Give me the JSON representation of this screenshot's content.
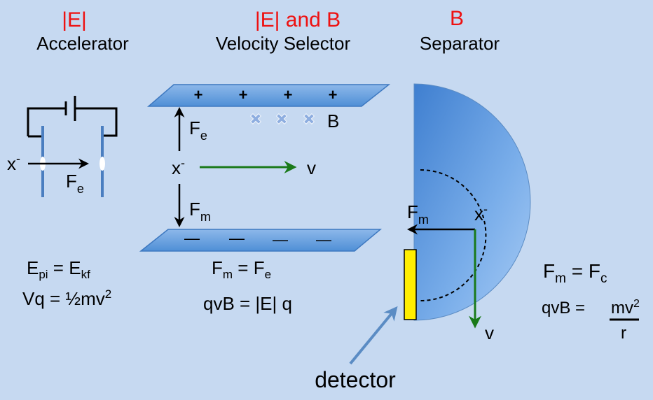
{
  "sections": {
    "accelerator": {
      "field": "|E|",
      "title": "Accelerator"
    },
    "selector": {
      "field": "|E| and B",
      "title": "Velocity Selector"
    },
    "separator": {
      "field": "B",
      "title": "Separator"
    }
  },
  "accelerator": {
    "particle": "x",
    "charge": "-",
    "force": "F",
    "force_sub": "e",
    "eq1": {
      "lhs": "E",
      "lhs_sub": "pi",
      "op": " = ",
      "rhs": "E",
      "rhs_sub": "kf"
    },
    "eq2": {
      "text": "Vq = ½mv",
      "sup": "2"
    }
  },
  "selector": {
    "plus_signs": [
      "+",
      "+",
      "+",
      "+"
    ],
    "minus_signs": [
      "—",
      "—",
      "—",
      "—"
    ],
    "b_symbols": [
      "✖",
      "✖",
      "✖"
    ],
    "b_label": "B",
    "force_e": "F",
    "force_e_sub": "e",
    "particle": "x",
    "charge": "-",
    "velocity": "v",
    "force_m": "F",
    "force_m_sub": "m",
    "eq1": {
      "lhs": "F",
      "lhs_sub": "m",
      "op": " = ",
      "rhs": "F",
      "rhs_sub": "e"
    },
    "eq2": {
      "text": "qvB = |E| q"
    }
  },
  "separator": {
    "force_m": "F",
    "force_m_sub": "m",
    "particle": "x",
    "charge": "-",
    "velocity": "v",
    "detector_label": "detector",
    "eq1": {
      "lhs": "F",
      "lhs_sub": "m",
      "op": " = ",
      "rhs": "F",
      "rhs_sub": "c"
    },
    "eq2": {
      "lhs": "qvB = ",
      "num": "mv",
      "num_sup": "2",
      "den": "r"
    }
  },
  "colors": {
    "background": "#c6d9f1",
    "plate": "#5b9bd5",
    "title_red": "#ee1111",
    "velocity_arrow": "#1a7a1a",
    "detector": "#ffee00"
  }
}
